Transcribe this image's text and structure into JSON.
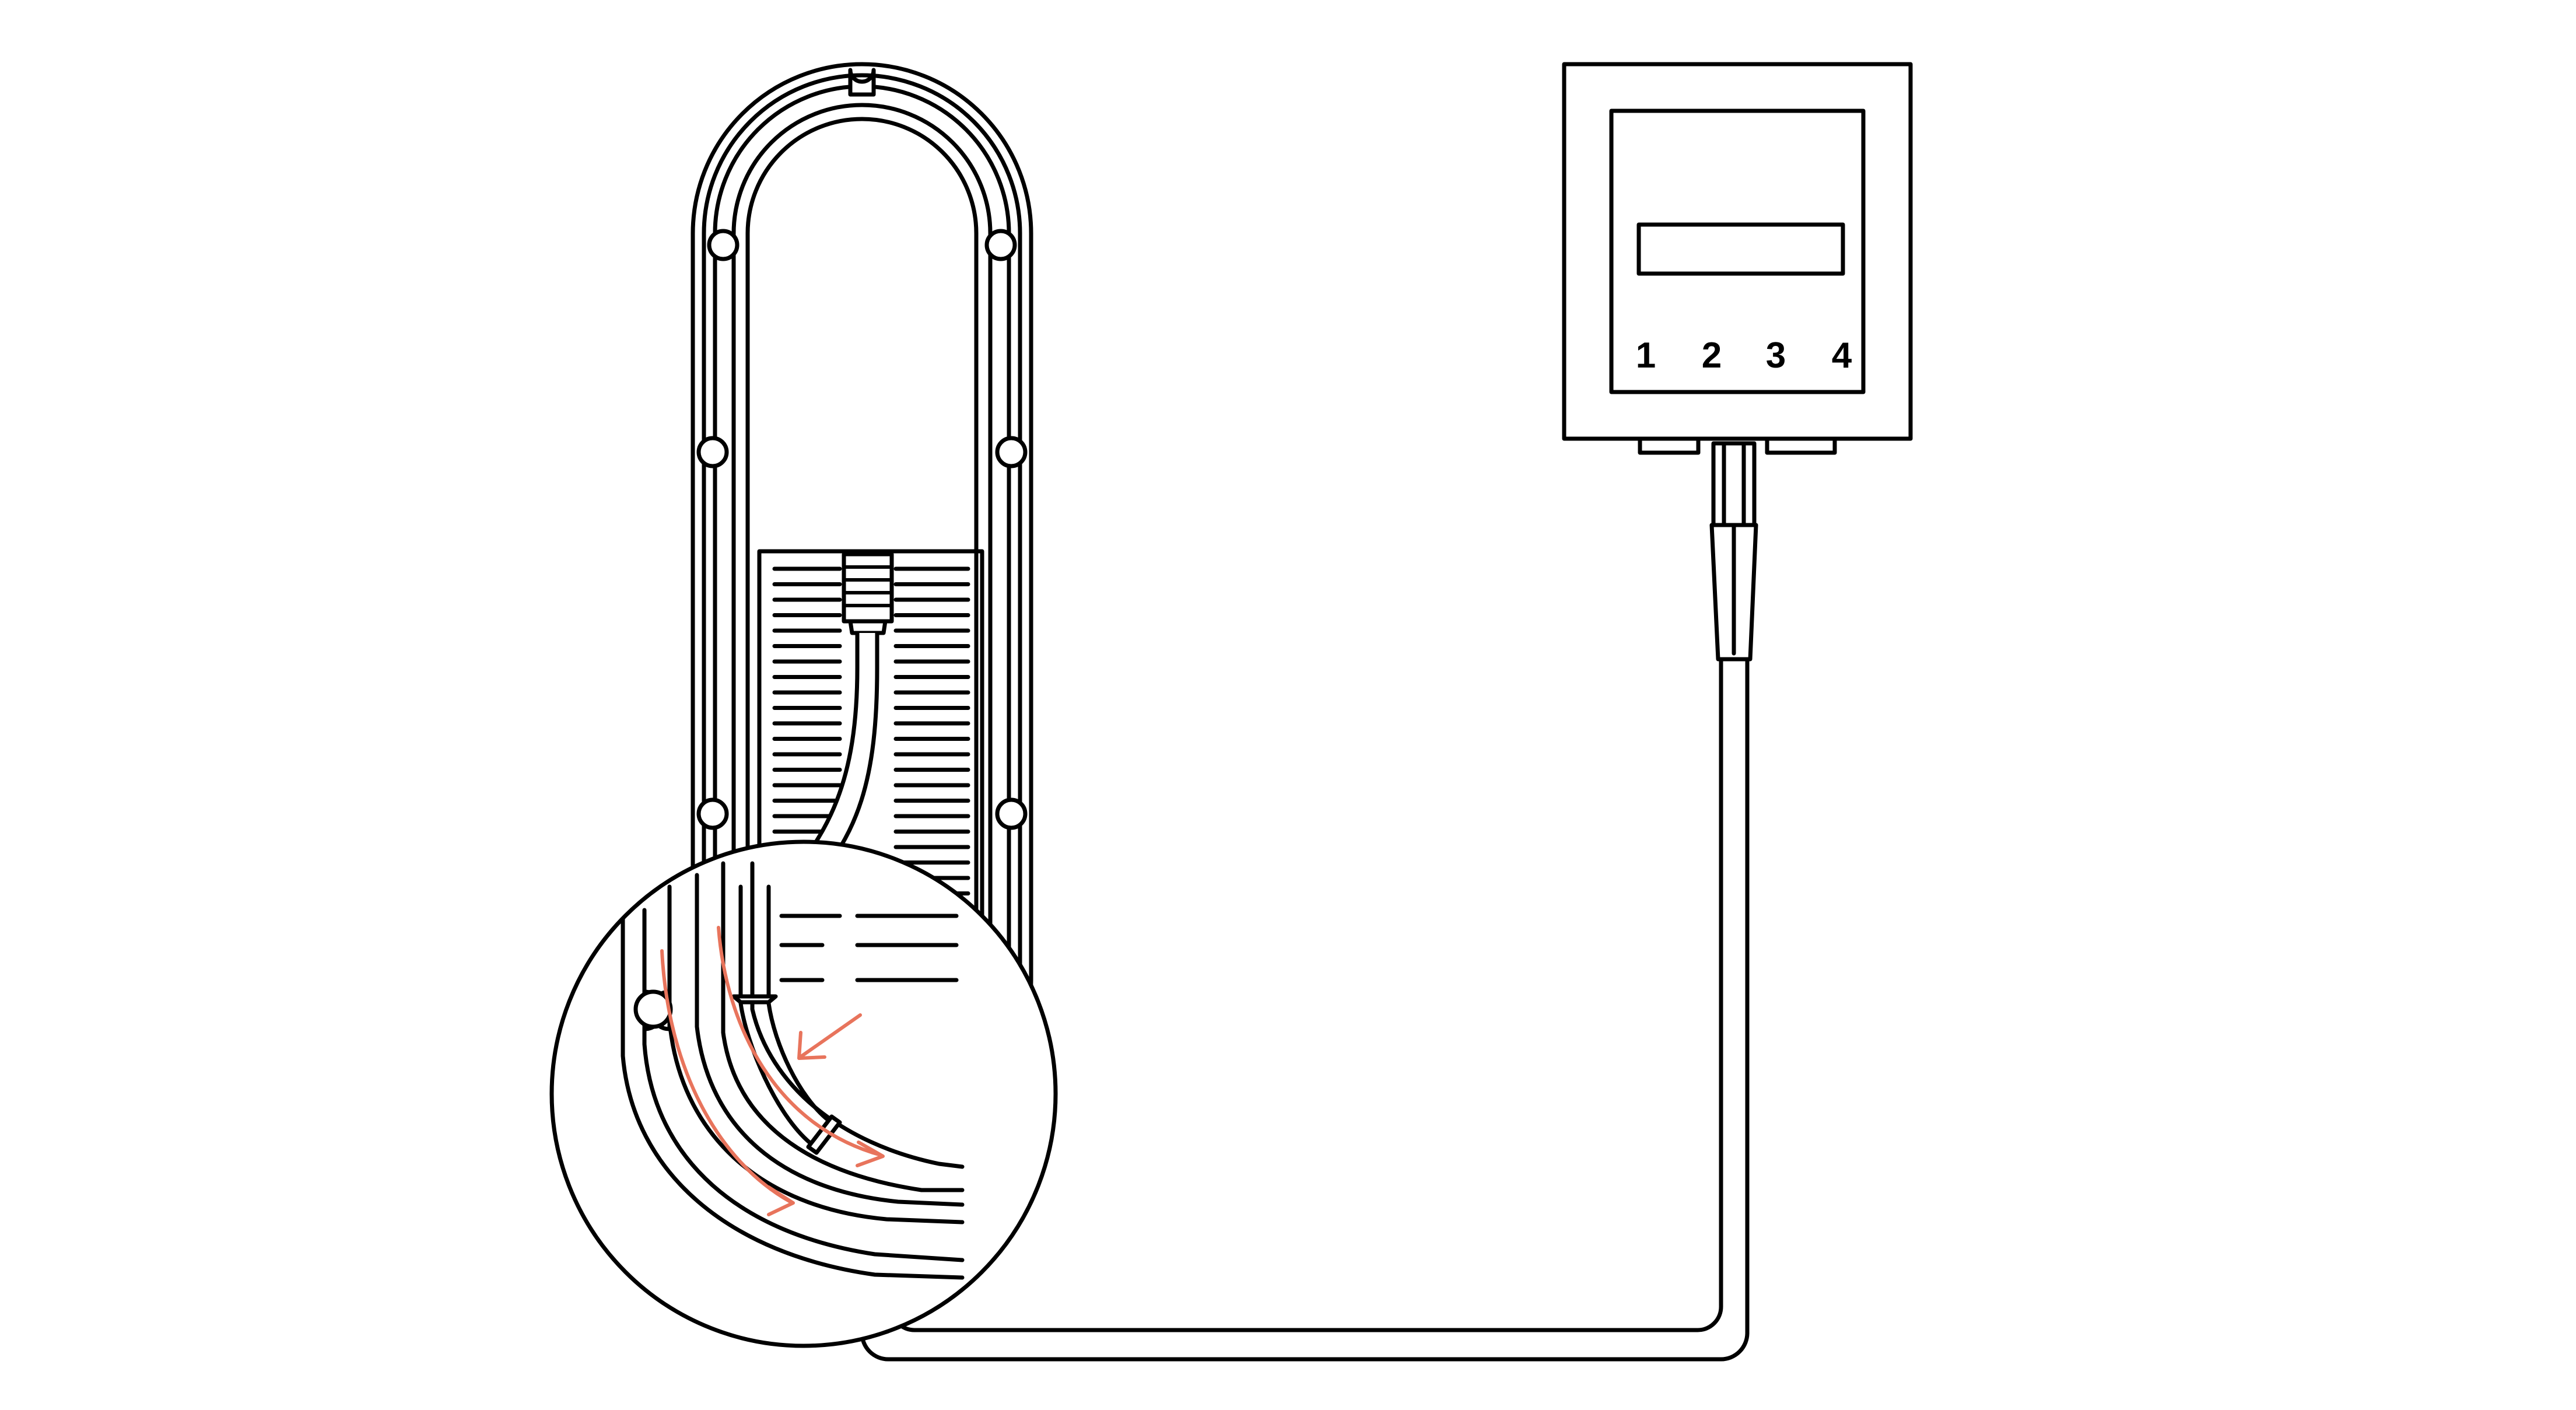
{
  "controller": {
    "buttons": [
      {
        "label": "1"
      },
      {
        "label": "2"
      },
      {
        "label": "3"
      },
      {
        "label": "4"
      }
    ]
  },
  "colors": {
    "line": "#000000",
    "flow_arrow": "#e8745c",
    "background": "#ffffff"
  },
  "icons": {
    "housing": "heater-housing-outline",
    "grille": "vent-grille",
    "controller": "control-box",
    "magnifier": "detail-magnifier-circle",
    "flow": "flow-arrow"
  }
}
